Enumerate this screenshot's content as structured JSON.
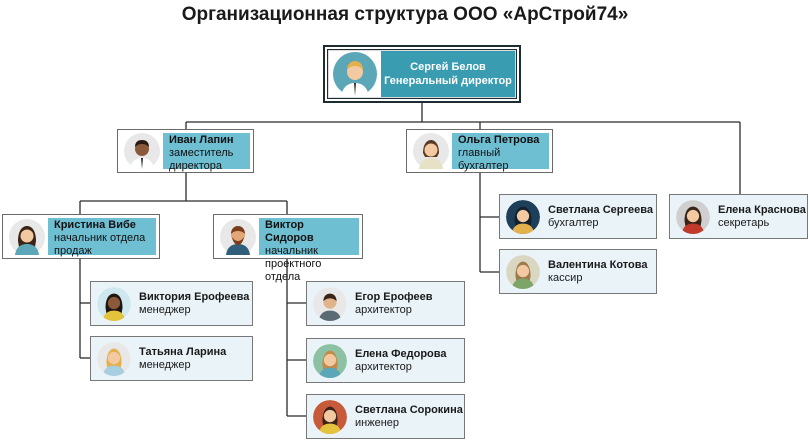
{
  "title": "Организационная структура ООО «АрСтрой74»",
  "colors": {
    "root_fill": "#3a9cb1",
    "mid_fill": "#6fbfd3",
    "leaf_fill": "#e9f3f8",
    "line": "#2b2b2b"
  },
  "ceo": {
    "name": "Сергей Белов",
    "role": "Генеральный директор"
  },
  "deputy": {
    "name": "Иван Лапин",
    "role_l1": "заместитель",
    "role_l2": "директора"
  },
  "accountant": {
    "name": "Ольга Петрова",
    "role_l1": "главный",
    "role_l2": "бухгалтер"
  },
  "secretary": {
    "name": "Елена Краснова",
    "role": "секретарь"
  },
  "sales_head": {
    "name": "Кристина Вибе",
    "role_l1": "начальник отдела",
    "role_l2": "продаж"
  },
  "project_head": {
    "name": "Виктор Сидоров",
    "role_l1": "начальник",
    "role_l2": "проектного отдела"
  },
  "acc_staff": [
    {
      "name": "Светлана Сергеева",
      "role": "бухгалтер"
    },
    {
      "name": "Валентина Котова",
      "role": "кассир"
    }
  ],
  "sales_staff": [
    {
      "name": "Виктория Ерофеева",
      "role": "менеджер"
    },
    {
      "name": "Татьяна Ларина",
      "role": "менеджер"
    }
  ],
  "project_staff": [
    {
      "name": "Егор Ерофеев",
      "role": "архитектор"
    },
    {
      "name": "Елена Федорова",
      "role": "архитектор"
    },
    {
      "name": "Светлана Сорокина",
      "role": "инженер"
    }
  ]
}
